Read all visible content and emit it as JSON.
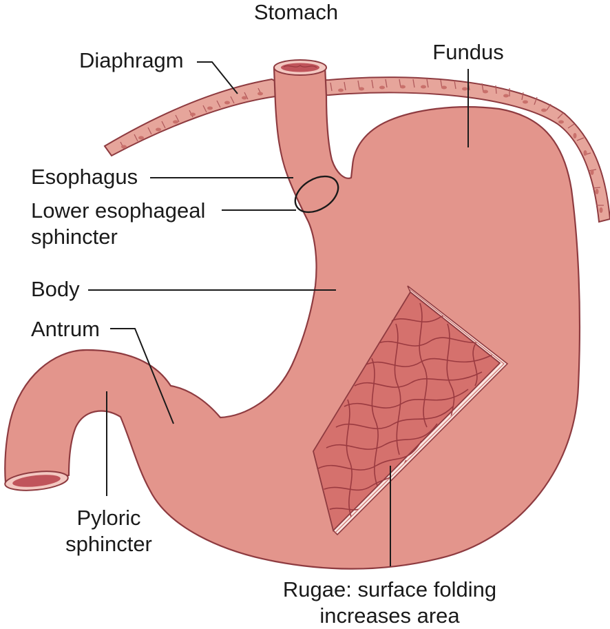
{
  "title": "Stomach",
  "labels": {
    "diaphragm": "Diaphragm",
    "fundus": "Fundus",
    "esophagus": "Esophagus",
    "les_line1": "Lower esophageal",
    "les_line2": "sphincter",
    "body": "Body",
    "antrum": "Antrum",
    "pyloric_line1": "Pyloric",
    "pyloric_line2": "sphincter",
    "rugae_line1": "Rugae: surface folding",
    "rugae_line2": "increases area"
  },
  "colors": {
    "stomach_fill": "#e3958c",
    "stomach_edge": "#8e3b40",
    "rugae_fill": "#d5716d",
    "rugae_fold": "#9a3a40",
    "diaphragm_fill": "#e6a59b",
    "diaphragm_spot": "#c9706b",
    "lumen": "#c0545b",
    "tissue_layer": "#fbe6e2"
  }
}
